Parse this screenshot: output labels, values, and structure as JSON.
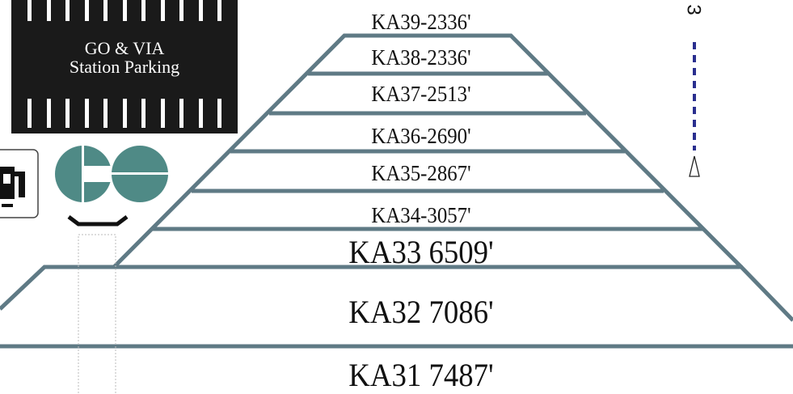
{
  "parking": {
    "line1": "GO & VIA",
    "line2": "Station Parking"
  },
  "compass": {
    "label": "3"
  },
  "levels": [
    {
      "id": "KA39",
      "label": "KA39-2336'"
    },
    {
      "id": "KA38",
      "label": "KA38-2336'"
    },
    {
      "id": "KA37",
      "label": "KA37-2513'"
    },
    {
      "id": "KA36",
      "label": "KA36-2690'"
    },
    {
      "id": "KA35",
      "label": "KA35-2867'"
    },
    {
      "id": "KA34",
      "label": "KA34-3057'"
    },
    {
      "id": "KA33",
      "label": "KA33  6509'"
    },
    {
      "id": "KA32",
      "label": "KA32  7086'"
    },
    {
      "id": "KA31",
      "label": "KA31  7487'"
    }
  ],
  "colors": {
    "outline": "#5f7a85",
    "go_logo": "#4f8a86",
    "parking_bg": "#1a1a1a",
    "compass_line": "#2a2f8f"
  }
}
